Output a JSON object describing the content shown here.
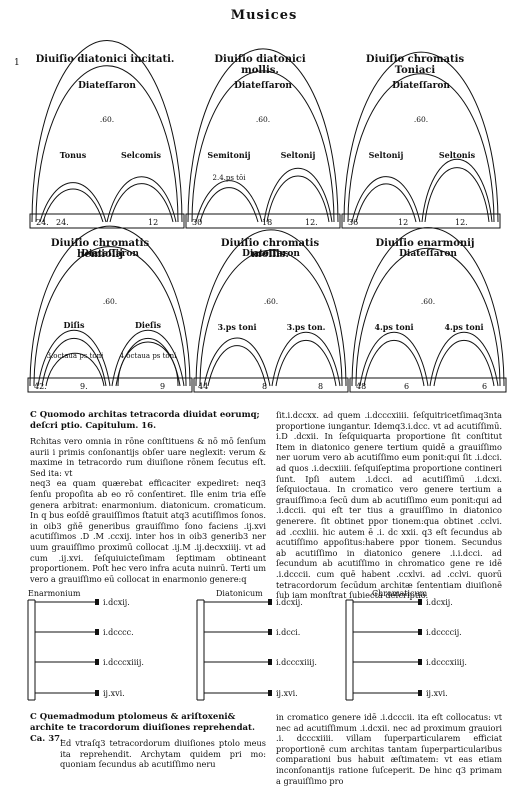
{
  "page": {
    "running_head": "Musices",
    "folio": "1"
  },
  "diagrams_top": [
    {
      "title": "Diuiſio diatonici incitati.",
      "arc": "Diateſſaron",
      "ratio": ".60.",
      "left": "Tonus",
      "right": "Selcomis",
      "nums": [
        "24.",
        "24.",
        "12"
      ]
    },
    {
      "title": "Diuiſio diatonici mollis.",
      "arc": "Diateſſaron",
      "ratio": ".60.",
      "left": "Semitonij",
      "right": "Seltonij",
      "inner": "2.4.ps tōi",
      "nums": [
        "30",
        "18",
        "12."
      ]
    },
    {
      "title": "Diuiſio chromatis Toniaci",
      "arc": "Diateſſaron",
      "ratio": ".60.",
      "left": "Seltonij",
      "right": "Seltonis",
      "nums": [
        "36",
        "12",
        "12."
      ]
    }
  ],
  "diagrams_mid": [
    {
      "title": "Diuiſio chromatis hemiolij",
      "arc": "Diateſſaron",
      "ratio": ".60.",
      "left": "Diſis",
      "right": "Dieſis",
      "inner_left": "3.octaua ps toni",
      "inner_right": "4.octaua ps toni",
      "nums": [
        "42.",
        "9.",
        "9"
      ]
    },
    {
      "title": "Diuiſio chromatis mollis.",
      "arc": "Diateſſaron",
      "ratio": ".60.",
      "left": "3.ps toni",
      "right": "3.ps ton.",
      "nums": [
        "44",
        "8",
        "8"
      ]
    },
    {
      "title": "Diuiſio enarmonij",
      "arc": "Diateſſaron",
      "ratio": ".60.",
      "left": "4.ps toni",
      "right": "4.ps toni",
      "nums": [
        "48",
        "6",
        "6"
      ]
    }
  ],
  "text": {
    "left_heading": "C Quomodo architas tetracorda diuidat eorumq; deſcri ptio.   Capitulum.   16.",
    "left_body": [
      "Rchitas vero omnia in rōne conſtituens & nō mō ſenſum aurii i primis conſonantijs obſer uare neglexit: verum & maxime in tetracordo rum diuiſione rōnem ſecutus eſt. Sed ita: vt",
      "neq3 ea quam quærebat efficaciter expediret: neq3 ſenſu propoſita ab eo rō conſentiret. Ille enim tria eſſe genera arbitrat: enarmonium. diatonicum. cromaticum. In q bus eoſdē grauiſſimos ſtatuit atq3 acutiſſimos ſonos. in oib3 gñē generibus grauiſſimo ſono faciens .ij.xvi acutiſſimos .D .M .ccxij. inter hos in oib3 generib3 ner uum grauiſſimo proximū collocat .ij.M .ij.decxxiiij. vt ad cum .ij.xvi. ſeſquiuicteſimam ſeptimam obtineant proportionem. Poſt hec vero infra acuta nuinrū. Terti um vero a grauiſſimo eū collocat in enarmonio genere:q"
    ],
    "right_body": "ſit.i.dccxx. ad quem .i.dcccxiiii. ſeſquitricetſimaq3nta proportione iungantur. Idemq3.i.dcc. vt ad acutiſſimū. i.D .dcxii. In ſeſquiquarta proportione ſit conſtitut Item in diatonico genere tertium quidē a grauiſſimo ner uorum vero ab acutiſſimo eum ponit:qui ſit .i.dcci. ad quos .i.decxiiii. ſeſquiſeptima proportione contineri ſunt. Ipſi autem .i.dcci. ad acutiſſimū .i.dcxi. ſeſquioctaua. In cromatico vero genere tertium a grauiſſimo:a ſecū dum ab acutiſſimo eum ponit:qui ad .i.dccii. qui eſt ter tius a grauiſſimo in diatonico generere. ſit obtinet ppor tionem:qua obtinet .cclvi. ad .ccxliii. hic autem ē .i. dc xxii. q3 eſt ſecundus ab acutiſſimo appoſitus:habere ppor tionem. Secundus ab acutiſſimo in diatonico genere .i.i.dcci. ad ſecundum ab acutiſſimo in chromatico gene re idē .i.dcccii. cum quē habent .ccxlvi. ad .cclvi. quorū tetracordorum ſecūdum architæ ſententiam diuiſionē ſub iam monſtrat ſubiecta deſcriptio.",
    "bottom_heading": "C Quemadmodum ptolomeus & ariſtoxeni& archite te tracordorum diuiſiones reprehendat.   Ca. 37.",
    "bottom_left": "Ed vtraſq3 tetracordorum diuiſiones ptolo meus ita reprehendit. Archytam quidem pri mo: quoniam ſecundus ab acutiſſimo neru",
    "bottom_right": "in cromatico genere idē .i.dcccii. ita eſt collocatus: vt nec ad acutiſſimum .i.dcxii. nec ad proximum grauiori .i. dcccxiiii. villam ſuperparticularem efficiat proportionē cum architas tantam ſuperparticularibus comparationi bus habuit æſtimatem: vt eas etiam inconſonantijs ratione ſuſceperit. De hinc q3 primam a grauiſſimo pro"
  },
  "schemas": [
    {
      "title": "Enarmonium",
      "labels": [
        "i.dcxij.",
        "i.dcccc.",
        "i.dcccxiiij.",
        "ij.xvi."
      ]
    },
    {
      "title": "Diatonicum",
      "labels": [
        "i.dcxij.",
        "i.dcci.",
        "i.dcccxiiij.",
        "ij.xvi."
      ]
    },
    {
      "title": "Chromaticum",
      "labels": [
        "i.dcxij.",
        "i.dccccij.",
        "i.dcccxiiij.",
        "ij.xvi."
      ]
    }
  ]
}
